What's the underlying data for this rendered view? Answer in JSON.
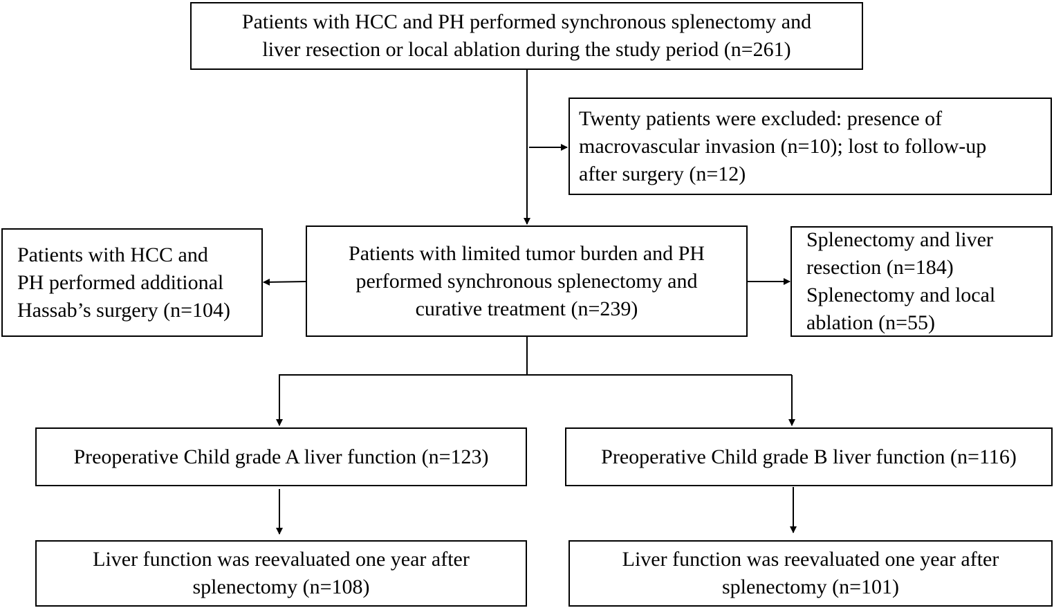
{
  "flowchart": {
    "top_box": {
      "lines": [
        "Patients with HCC and PH performed synchronous splenectomy and",
        "liver resection or local ablation during the study period  (n=261)"
      ]
    },
    "excluded_box": {
      "lines": [
        "Twenty patients were excluded: presence of",
        "macrovascular invasion (n=10);  lost to follow-up",
        "after surgery (n=12)"
      ]
    },
    "hassab_box": {
      "lines": [
        "Patients with HCC and",
        "PH performed additional",
        "Hassab’s surgery (n=104)"
      ]
    },
    "middle_box": {
      "lines": [
        "Patients with limited tumor burden and PH",
        "performed synchronous splenectomy and",
        "curative treatment  (n=239)"
      ]
    },
    "treatment_box": {
      "lines": [
        "Splenectomy and liver",
        "resection (n=184)",
        "Splenectomy and local",
        "ablation (n=55)"
      ]
    },
    "grade_a_box": {
      "lines": [
        "Preoperative Child grade A liver function (n=123)"
      ]
    },
    "grade_b_box": {
      "lines": [
        "Preoperative Child grade B liver function (n=116)"
      ]
    },
    "followup_a_box": {
      "lines": [
        "Liver function was reevaluated one year after",
        "splenectomy (n=108)"
      ]
    },
    "followup_b_box": {
      "lines": [
        "Liver function was reevaluated one year after",
        "splenectomy (n=101)"
      ]
    }
  },
  "colors": {
    "line": "#000000",
    "background": "#ffffff"
  }
}
